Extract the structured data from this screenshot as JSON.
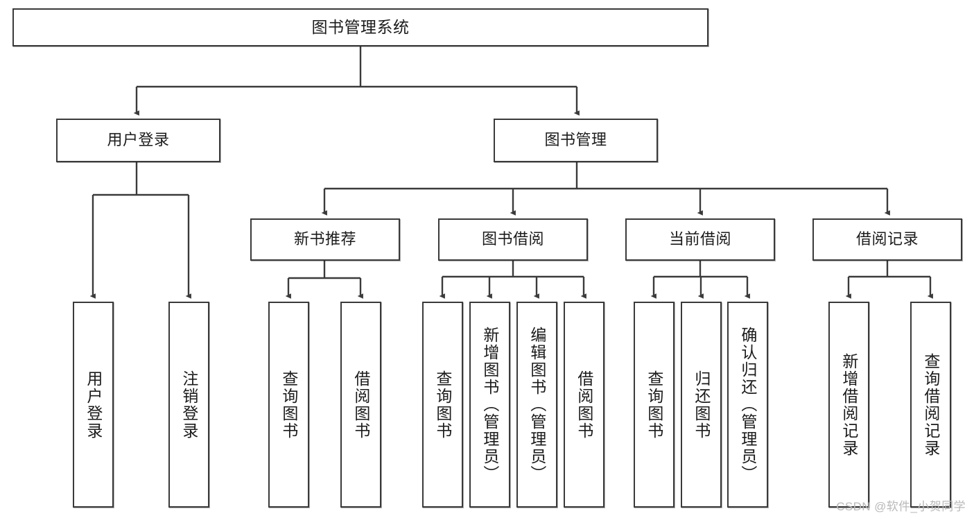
{
  "diagram": {
    "title": "图书管理系统",
    "type": "hierarchy-tree",
    "watermark": "CSDN @软件_小贺同学",
    "colors": {
      "border": "#3a3a3a",
      "text": "#1b1b1b",
      "background": "#ffffff",
      "edge": "#3a3a3a",
      "watermark": "#b9b9b9"
    },
    "levels": {
      "root": {
        "label": "图书管理系统"
      },
      "level2": [
        {
          "id": "user-login",
          "label": "用户登录"
        },
        {
          "id": "book-manage",
          "label": "图书管理"
        }
      ],
      "level3": [
        {
          "id": "new-book-rec",
          "label": "新书推荐"
        },
        {
          "id": "book-borrow",
          "label": "图书借阅"
        },
        {
          "id": "current-borrow",
          "label": "当前借阅"
        },
        {
          "id": "borrow-record",
          "label": "借阅记录"
        }
      ],
      "leaves": [
        {
          "id": "leaf-user-login",
          "label": "用户登录",
          "parent": "user-login"
        },
        {
          "id": "leaf-user-logout",
          "label": "注销登录",
          "parent": "user-login"
        },
        {
          "id": "leaf-query-book-1",
          "label": "查询图书",
          "parent": "new-book-rec"
        },
        {
          "id": "leaf-borrow-book-1",
          "label": "借阅图书",
          "parent": "new-book-rec"
        },
        {
          "id": "leaf-query-book-2",
          "label": "查询图书",
          "parent": "book-borrow"
        },
        {
          "id": "leaf-add-book",
          "label": "新增图书（管理员）",
          "parent": "book-borrow"
        },
        {
          "id": "leaf-edit-book",
          "label": "编辑图书（管理员）",
          "parent": "book-borrow"
        },
        {
          "id": "leaf-borrow-book-2",
          "label": "借阅图书",
          "parent": "book-borrow"
        },
        {
          "id": "leaf-query-book-3",
          "label": "查询图书",
          "parent": "current-borrow"
        },
        {
          "id": "leaf-return-book",
          "label": "归还图书",
          "parent": "current-borrow"
        },
        {
          "id": "leaf-confirm-return",
          "label": "确认归还（管理员）",
          "parent": "current-borrow"
        },
        {
          "id": "leaf-add-record",
          "label": "新增借阅记录",
          "parent": "borrow-record"
        },
        {
          "id": "leaf-query-record",
          "label": "查询借阅记录",
          "parent": "borrow-record"
        }
      ]
    }
  }
}
